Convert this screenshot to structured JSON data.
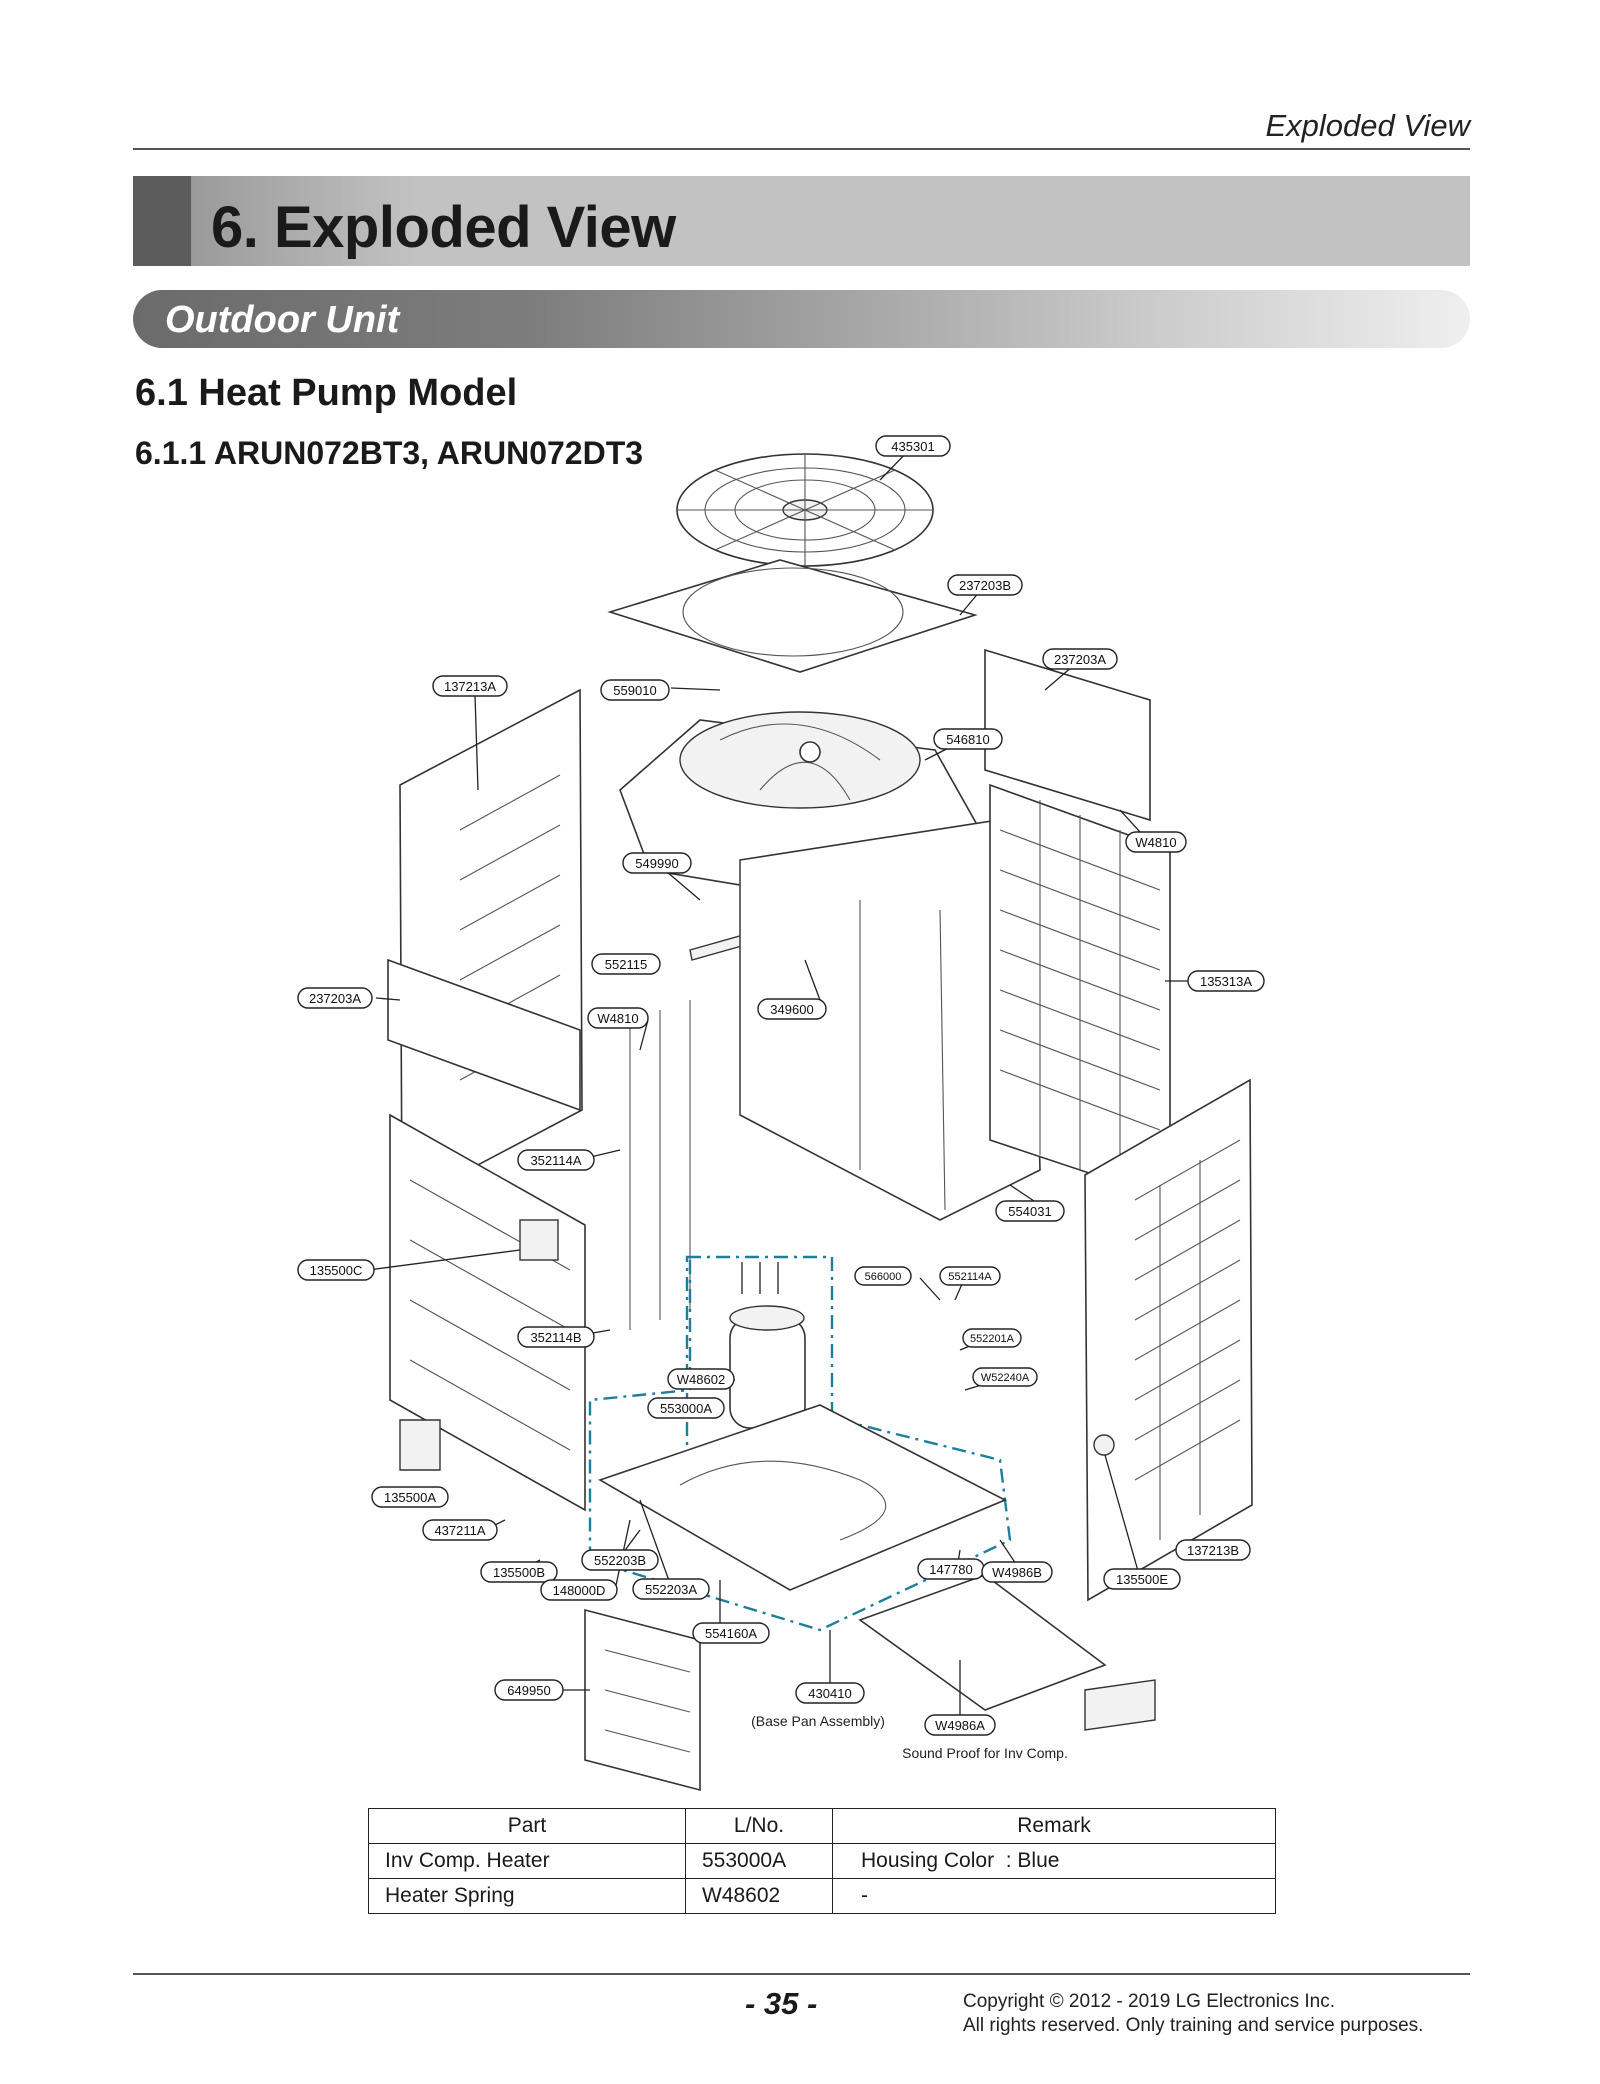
{
  "header": {
    "section_title": "Exploded View"
  },
  "chapter": {
    "title": "6. Exploded View"
  },
  "banner": {
    "label": "Outdoor Unit"
  },
  "section": {
    "heading": "6.1 Heat Pump Model"
  },
  "subsection": {
    "heading": "6.1.1 ARUN072BT3, ARUN072DT3"
  },
  "callouts": [
    "435301",
    "237203B",
    "237203A",
    "137213A",
    "559010",
    "546810",
    "549990",
    "W4810",
    "552115",
    "237203A",
    "W4810",
    "349600",
    "135313A",
    "352114A",
    "554031",
    "135500C",
    "566000",
    "552114A",
    "552201A",
    "W52240A",
    "352114B",
    "W48602",
    "553000A",
    "135500A",
    "437211A",
    "135500B",
    "552203B",
    "148000D",
    "552203A",
    "147780",
    "W4986B",
    "135500E",
    "137213B",
    "554160A",
    "649950",
    "430410",
    "W4986A"
  ],
  "notes": {
    "base_pan": "(Base Pan Assembly)",
    "sound_proof": "Sound Proof for Inv Comp."
  },
  "parts_table": {
    "headers": [
      "Part",
      "L/No.",
      "Remark"
    ],
    "rows": [
      {
        "part": "Inv Comp. Heater",
        "lno": "553000A",
        "remark": "Housing Color  : Blue"
      },
      {
        "part": "Heater Spring",
        "lno": "W48602",
        "remark": "-"
      }
    ]
  },
  "footer": {
    "page_number": "- 35 -",
    "copyright_line1": "Copyright © 2012 - 2019 LG Electronics Inc.",
    "copyright_line2": "All rights reserved. Only training and service purposes."
  },
  "colors": {
    "band_gray": "#c2c2c2",
    "band_dark": "#5c5c5c",
    "dash_teal": "#1f7f9a"
  }
}
